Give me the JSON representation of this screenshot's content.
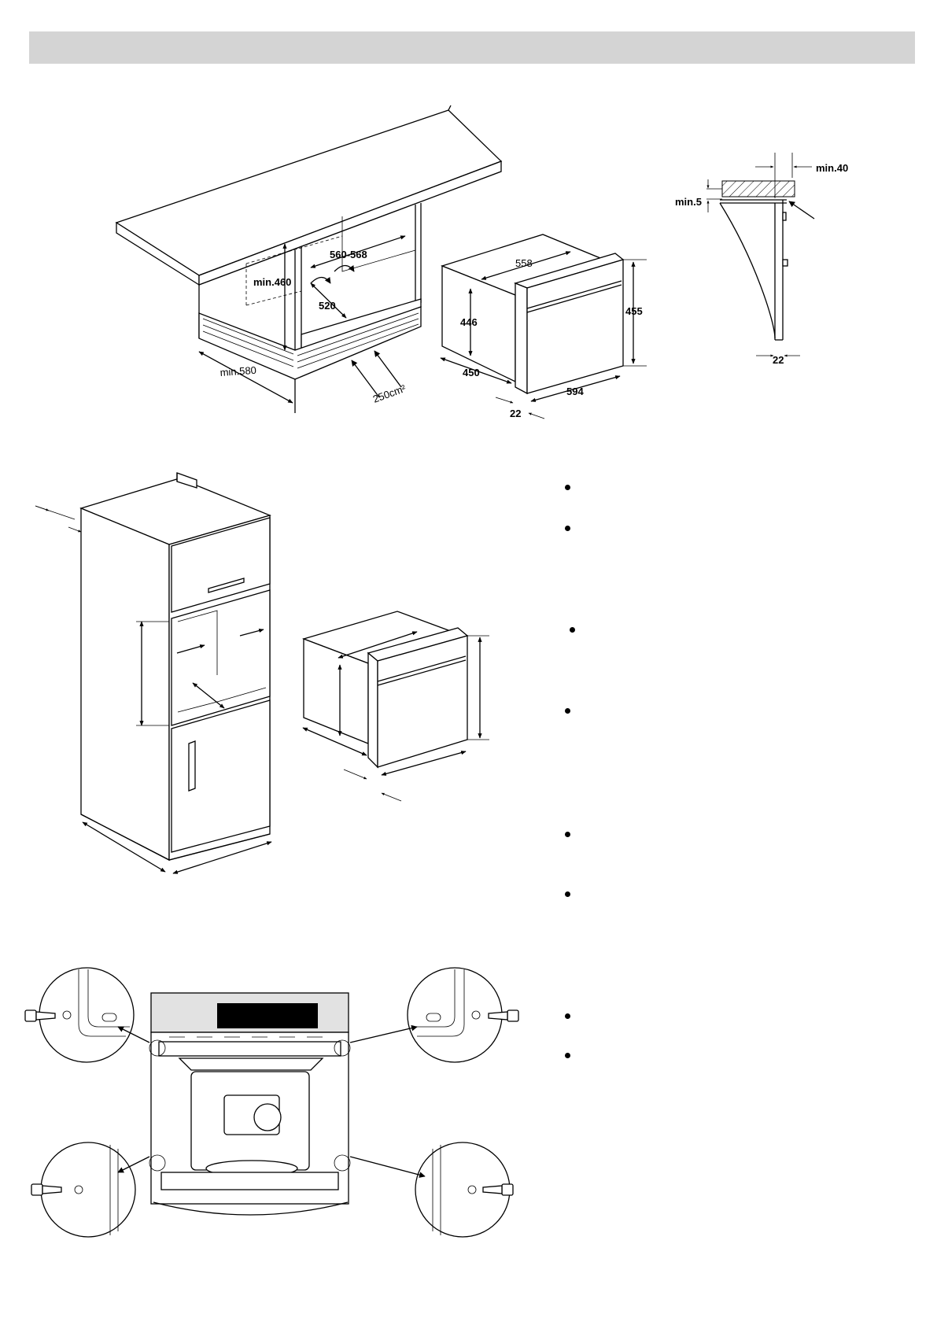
{
  "page": {
    "header_bar_color": "#d4d4d4"
  },
  "figure_undercounter": {
    "labels": {
      "niche_width": "560-568",
      "min_height": "min.460",
      "depth": "520",
      "min_depth": "min.580",
      "vent_area": "250cm²"
    }
  },
  "figure_appliance": {
    "labels": {
      "inner_width": "558",
      "body_height": "446",
      "front_height": "455",
      "body_depth": "450",
      "front_width": "594",
      "front_thickness": "22"
    }
  },
  "figure_side_section": {
    "labels": {
      "min_top_gap": "min.40",
      "min_gap": "min.5",
      "front_thickness": "22"
    }
  },
  "bullets": {
    "count": 8
  }
}
